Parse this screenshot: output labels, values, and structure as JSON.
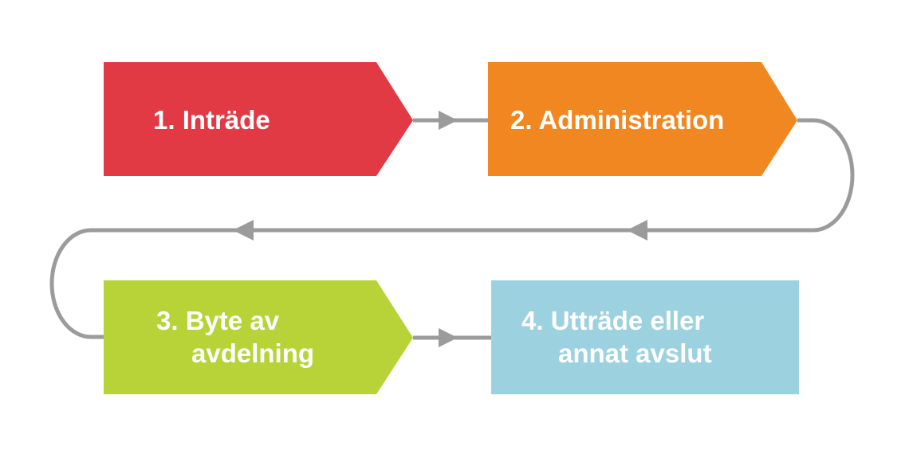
{
  "steps": [
    {
      "number": "1.",
      "text": "Inträde",
      "line1": "1. Inträde",
      "line2": "",
      "color": "#e23a44"
    },
    {
      "number": "2.",
      "text": "Administration",
      "line1": "2. Administration",
      "line2": "",
      "color": "#f18720"
    },
    {
      "number": "3.",
      "text": "Byte av avdelning",
      "line1": "3. Byte av",
      "line2": "avdelning",
      "color": "#b7d337"
    },
    {
      "number": "4.",
      "text": "Utträde eller annat avslut",
      "line1": "4. Utträde eller",
      "line2": "annat avslut",
      "color": "#9cd2df"
    }
  ],
  "connector_color": "#9b9b9b"
}
